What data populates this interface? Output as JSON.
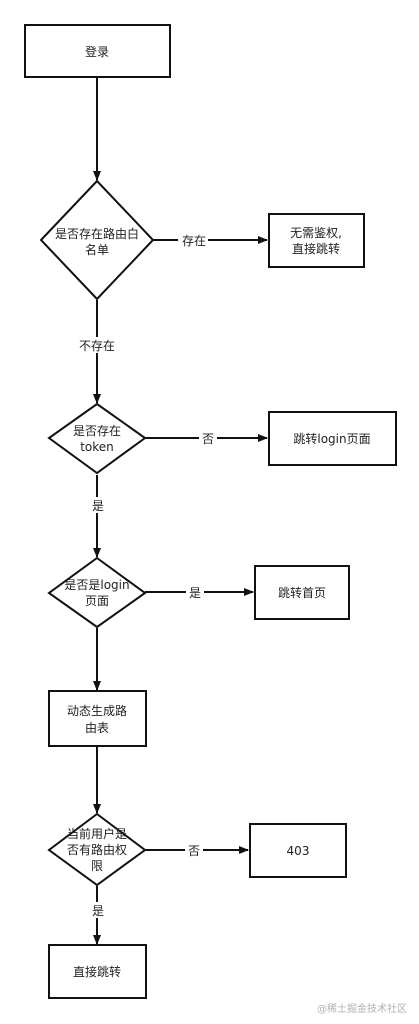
{
  "nodes": {
    "login": {
      "lines": [
        "登录"
      ]
    },
    "whitelist_check": {
      "lines": [
        "是否存在路由白",
        "名单"
      ]
    },
    "no_auth_jump": {
      "lines": [
        "无需鉴权,",
        "直接跳转"
      ]
    },
    "token_check": {
      "lines": [
        "是否存在",
        "token"
      ]
    },
    "goto_login_page": {
      "lines": [
        "跳转login页面"
      ]
    },
    "is_login_page": {
      "lines": [
        "是否是login",
        "页面"
      ]
    },
    "goto_home": {
      "lines": [
        "跳转首页"
      ]
    },
    "gen_routes": {
      "lines": [
        "动态生成路",
        "由表"
      ]
    },
    "permission_check": {
      "lines": [
        "当前用户是",
        "否有路由权",
        "限"
      ]
    },
    "forbidden": {
      "lines": [
        "403"
      ]
    },
    "direct_jump": {
      "lines": [
        "直接跳转"
      ]
    }
  },
  "edges": {
    "exists": "存在",
    "not_exists": "不存在",
    "no_token": "否",
    "yes_token": "是",
    "yes_login_page": "是",
    "no_permission": "否",
    "yes_permission": "是"
  },
  "watermark": "@稀土掘金技术社区",
  "colors": {
    "stroke": "#111111",
    "text": "#222222",
    "background": "#ffffff"
  }
}
